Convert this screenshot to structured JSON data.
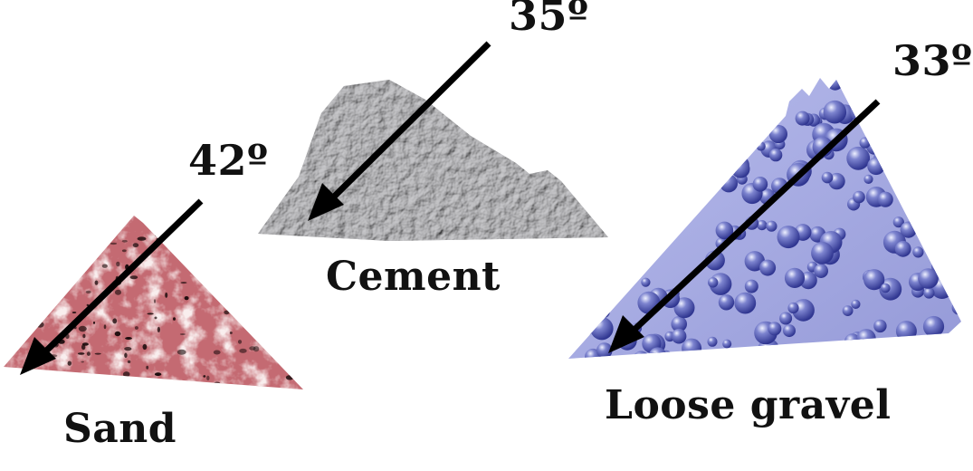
{
  "colors": {
    "sand": "#c46a72",
    "sand_light": "#f0d4d6",
    "sand_dark": "#1a0b0c",
    "cement": "#a5a5a7",
    "cement_light": "#d8d8da",
    "cement_dark": "#5c5c60",
    "gravel": "#a9aee6",
    "gravel_bead": "#4a50a8",
    "gravel_highlight": "#e6e8fb",
    "arrow": "#000000",
    "text": "#111111"
  },
  "piles": [
    {
      "id": "sand",
      "name": "Sand",
      "angle": "42º",
      "texture": "speckled"
    },
    {
      "id": "cement",
      "name": "Cement",
      "angle": "35º",
      "texture": "rough"
    },
    {
      "id": "gravel",
      "name": "Loose gravel",
      "angle": "33º",
      "texture": "beads"
    }
  ]
}
